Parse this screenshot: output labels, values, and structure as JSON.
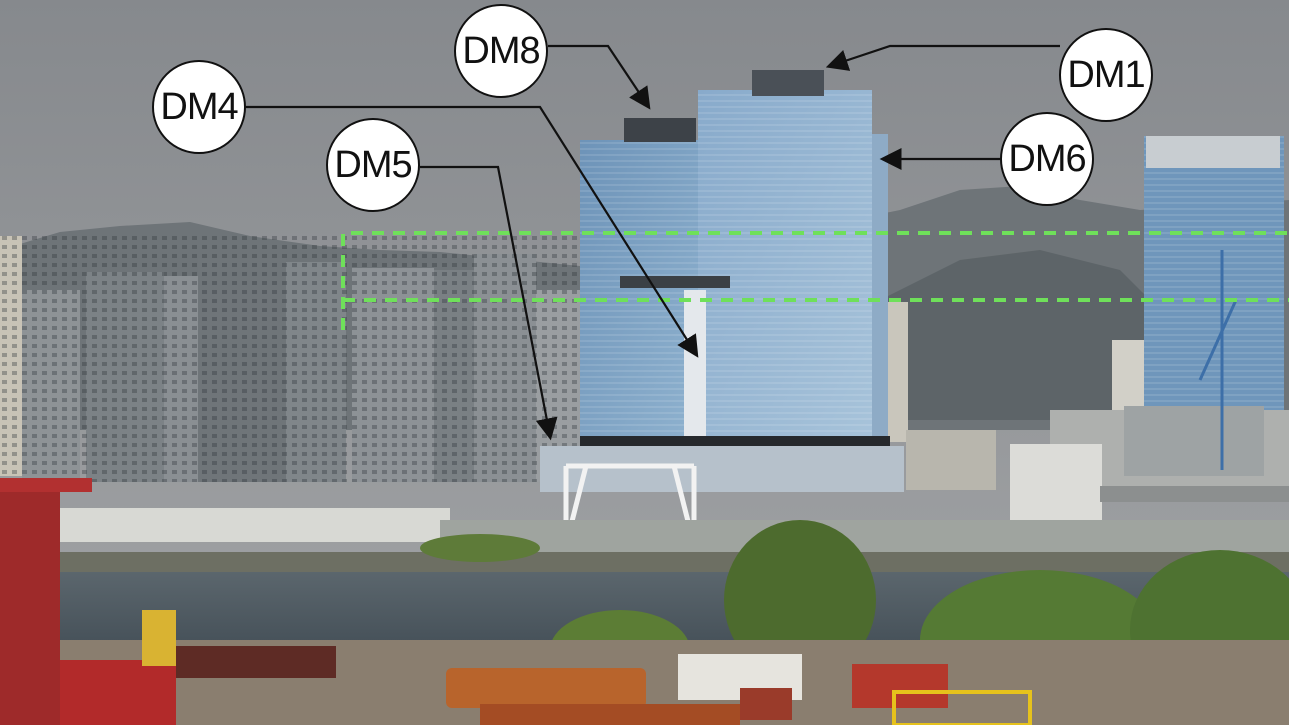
{
  "image": {
    "subject": "harbour-side skyline with twin glass towers under construction"
  },
  "callouts": {
    "dm1": "DM1",
    "dm4": "DM4",
    "dm5": "DM5",
    "dm6": "DM6",
    "dm8": "DM8"
  },
  "colors": {
    "sky": "#8f9296",
    "glass_tower": "#7aa3c6",
    "dashed_marker": "#6fe05a",
    "water": "#4f5b62",
    "crane_red": "#b22a2a"
  }
}
